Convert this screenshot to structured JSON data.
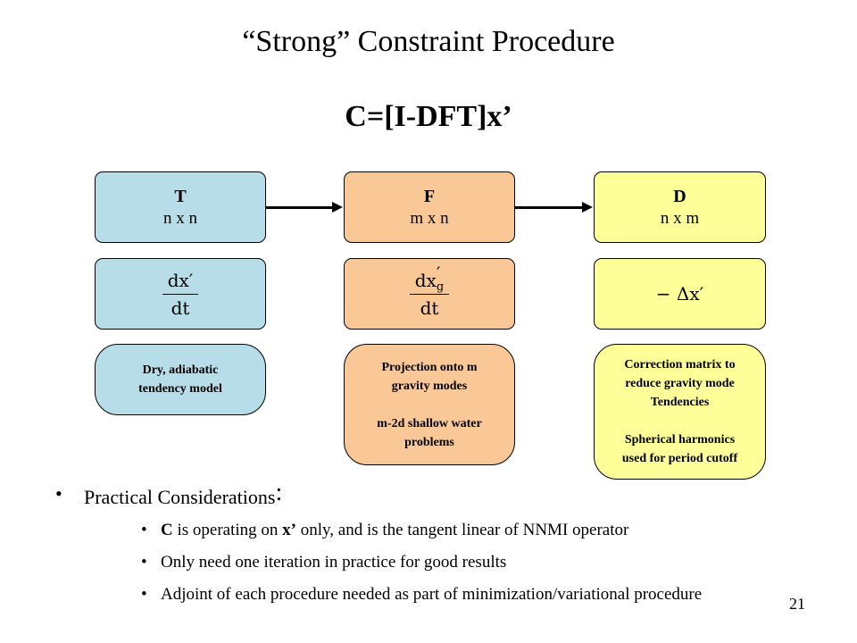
{
  "slide": {
    "title": "“Strong” Constraint Procedure",
    "formula": "C=[I-DFT]x’",
    "page_number": "21"
  },
  "boxes": {
    "t": {
      "letter": "T",
      "dims": "n x n",
      "math_num": "dx′",
      "math_den": "dt",
      "desc": [
        "Dry, adiabatic",
        "tendency model"
      ]
    },
    "f": {
      "letter": "F",
      "dims": "m x n",
      "math_num_base": "dx",
      "math_num_prime": "′",
      "math_num_sub": "g",
      "math_den": "dt",
      "desc_a": [
        "Projection onto m",
        "gravity modes"
      ],
      "desc_b": [
        "m-2d shallow water",
        "problems"
      ]
    },
    "d": {
      "letter": "D",
      "dims": "n x m",
      "math": "− Δx′",
      "desc_a": [
        "Correction matrix to",
        "reduce gravity mode",
        "Tendencies"
      ],
      "desc_b": [
        "Spherical harmonics",
        "used for period cutoff"
      ]
    }
  },
  "considerations": {
    "heading": "Practical Considerations",
    "colon": ":",
    "items": [
      {
        "c": "C",
        "mid": " is operating on ",
        "x": "x’",
        "rest": " only, and is the tangent linear of NNMI operator"
      },
      {
        "text": "Only need one iteration in practice for good results"
      },
      {
        "text": "Adjoint of each procedure needed as part of minimization/variational procedure"
      }
    ]
  }
}
